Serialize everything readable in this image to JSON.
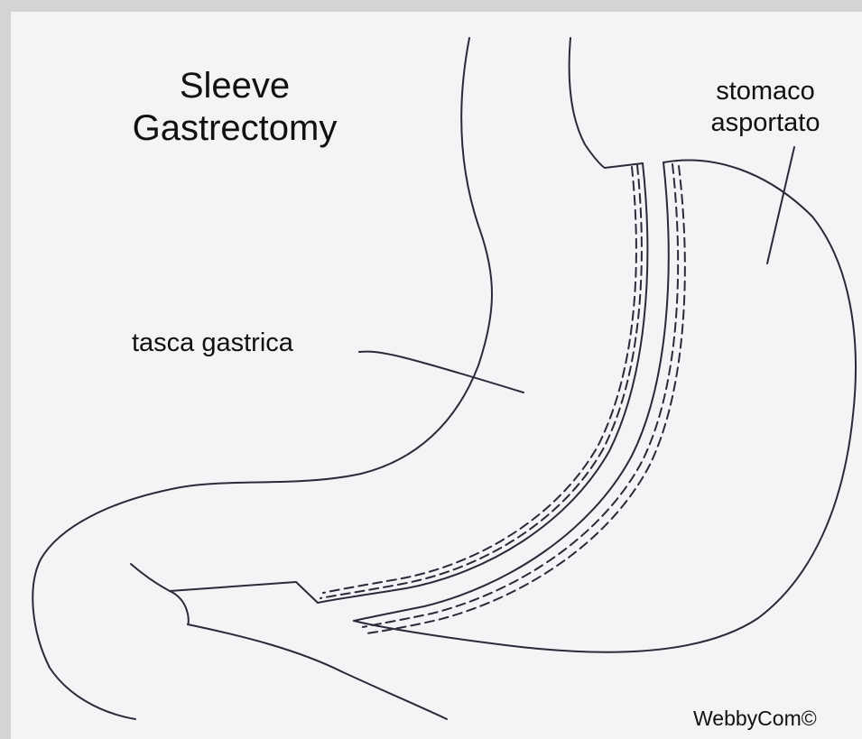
{
  "title": {
    "line1": "Sleeve",
    "line2": "Gastrectomy"
  },
  "labels": {
    "removed_line1": "stomaco",
    "removed_line2": "asportato",
    "pouch": "tasca gastrica"
  },
  "credit": "WebbyCom©",
  "colors": {
    "background": "#d4d4d4",
    "paper": "#f4f4f6",
    "ink": "#2a2a3a"
  }
}
